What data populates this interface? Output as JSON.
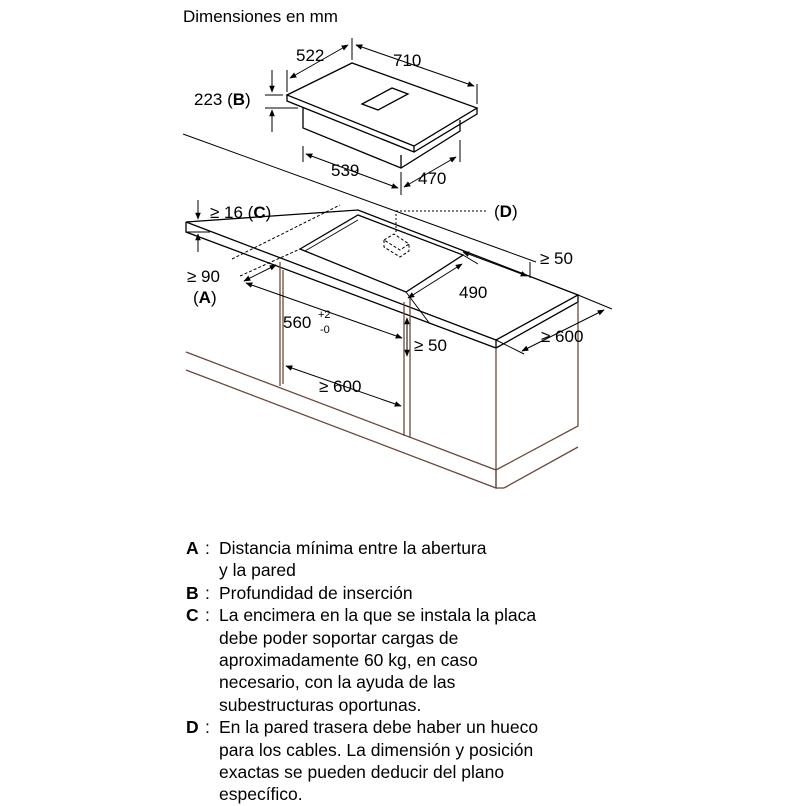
{
  "diagram": {
    "title": "Dimensiones en mm",
    "colors": {
      "line": "#000000",
      "cabinet": "#6b4a3c",
      "dashed": "#555555"
    },
    "hob": {
      "width": "710",
      "depth": "522",
      "cutout_depth": "539",
      "cutout_width": "470",
      "height_label": "223 (",
      "height_key": "B",
      "height_close": ")"
    },
    "worktop": {
      "min_thickness_label": "≥ 16 (",
      "min_thickness_key": "C",
      "min_thickness_close": ")",
      "cable_key_open": "(",
      "cable_key": "D",
      "cable_key_close": ")",
      "side_clearance": "≥ 50",
      "cutout_width": "490",
      "wall_distance": "≥ 90",
      "wall_key_open": "(",
      "wall_key": "A",
      "wall_key_close": ")",
      "cutout_length": "560",
      "cutout_tol_plus": "+2",
      "cutout_tol_minus": "-0",
      "front_clearance": "≥ 50",
      "cabinet_width": "≥ 600",
      "depth_min": "≥ 600"
    }
  },
  "legend": [
    {
      "key": "A",
      "lines": [
        "Distancia mínima entre la abertura",
        "y la pared"
      ]
    },
    {
      "key": "B",
      "lines": [
        "Profundidad de inserción"
      ]
    },
    {
      "key": "C",
      "lines": [
        "La encimera en la que se instala la placa",
        "debe poder soportar cargas de",
        "aproximadamente 60 kg, en caso",
        "necesario, con la ayuda de las",
        "subestructuras oportunas."
      ]
    },
    {
      "key": "D",
      "lines": [
        "En la pared trasera debe haber un hueco",
        "para los cables. La dimensión y posición",
        "exactas se pueden deducir del plano",
        "específico."
      ]
    }
  ]
}
